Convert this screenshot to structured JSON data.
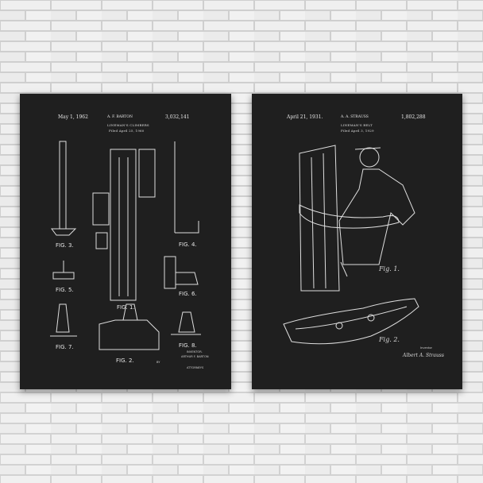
{
  "posters": [
    {
      "date": "May 1, 1962",
      "inventor_header": "A. F. BARTON",
      "patent_number": "3,032,141",
      "title": "LINEMAN'S CLIMBERS",
      "filed": "Filed April 25, 1960",
      "figures": [
        "FIG. 3.",
        "FIG. 5.",
        "FIG. 7.",
        "FIG. 1.",
        "FIG. 2.",
        "FIG. 4.",
        "FIG. 6.",
        "FIG. 8."
      ],
      "inventor_label": "INVENTOR.",
      "inventor_name": "ARTHUR F. BARTON",
      "attorneys": "ATTORNEYS",
      "by": "BY"
    },
    {
      "date": "April 21, 1931.",
      "inventor_header": "A. A. STRAUSS",
      "patent_number": "1,802,288",
      "title": "LINEMAN'S BELT",
      "filed": "Filed April 3, 1929",
      "figures": [
        "Fig. 1.",
        "Fig. 2."
      ],
      "inventor_label": "Inventor",
      "signature": "Albert A. Strauss"
    }
  ],
  "colors": {
    "wall_brick": "#ececec",
    "mortar": "#cfcfcf",
    "chalkboard": "#1f1f1f",
    "chalk": "#e8e8e8"
  }
}
